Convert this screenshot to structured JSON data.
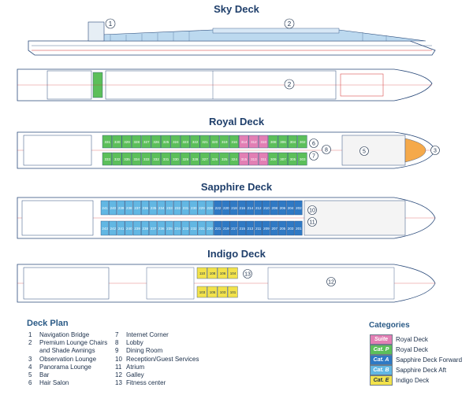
{
  "decks": [
    {
      "id": "sky",
      "title": "Sky Deck",
      "markers": [
        "1",
        "2",
        "2"
      ]
    },
    {
      "id": "royal",
      "title": "Royal Deck",
      "markers": [
        "6",
        "7",
        "8",
        "5",
        "3"
      ],
      "cabins_top": [
        "331",
        "330",
        "329",
        "328",
        "327",
        "326",
        "325",
        "324",
        "323",
        "322",
        "321",
        "320",
        "319",
        "316",
        "314",
        "312",
        "310",
        "308",
        "306",
        "304",
        "302"
      ],
      "cabins_bottom": [
        "333",
        "332",
        "335",
        "334",
        "333",
        "332",
        "331",
        "330",
        "329",
        "328",
        "327",
        "326",
        "325",
        "324",
        "315",
        "313",
        "311",
        "309",
        "307",
        "305",
        "303"
      ]
    },
    {
      "id": "sapphire",
      "title": "Sapphire Deck",
      "markers": [
        "10",
        "11"
      ],
      "cabins_top": [
        "241",
        "240",
        "239",
        "238",
        "237",
        "236",
        "235",
        "234",
        "233",
        "232",
        "231",
        "230",
        "229",
        "228",
        "222",
        "220",
        "218",
        "216",
        "214",
        "212",
        "210",
        "208",
        "206",
        "204",
        "202"
      ],
      "cabins_bottom": [
        "243",
        "242",
        "241",
        "240",
        "239",
        "238",
        "237",
        "236",
        "235",
        "234",
        "233",
        "232",
        "231",
        "230",
        "221",
        "219",
        "217",
        "215",
        "213",
        "211",
        "209",
        "207",
        "205",
        "203",
        "201"
      ]
    },
    {
      "id": "indigo",
      "title": "Indigo Deck",
      "markers": [
        "13",
        "12"
      ],
      "cabins_top": [
        "110",
        "108",
        "106",
        "104"
      ],
      "cabins_bottom": [
        "103",
        "105",
        "103",
        "101"
      ]
    }
  ],
  "legend": {
    "title": "Deck Plan",
    "items": [
      {
        "num": "1",
        "label": "Navigation Bridge"
      },
      {
        "num": "2",
        "label": "Premium Lounge Chairs"
      },
      {
        "num": "",
        "label": "and Shade Awnings"
      },
      {
        "num": "3",
        "label": "Observation Lounge"
      },
      {
        "num": "4",
        "label": "Panorama Lounge"
      },
      {
        "num": "5",
        "label": "Bar"
      },
      {
        "num": "6",
        "label": "Hair Salon"
      },
      {
        "num": "7",
        "label": "Internet Corner"
      },
      {
        "num": "8",
        "label": "Lobby"
      },
      {
        "num": "9",
        "label": "Dining Room"
      },
      {
        "num": "10",
        "label": "Reception/Guest Services"
      },
      {
        "num": "11",
        "label": "Atrium"
      },
      {
        "num": "12",
        "label": "Galley"
      },
      {
        "num": "13",
        "label": "Fitness center"
      }
    ]
  },
  "categories": {
    "title": "Categories",
    "items": [
      {
        "chip": "Suite",
        "label": "Royal Deck",
        "color": "#e27fb4"
      },
      {
        "chip": "Cat. P",
        "label": "Royal Deck",
        "color": "#5cbf5a"
      },
      {
        "chip": "Cat. A",
        "label": "Sapphire Deck Forward",
        "color": "#2f79c4"
      },
      {
        "chip": "Cat. B",
        "label": "Sapphire Deck Aft",
        "color": "#62b7e3"
      },
      {
        "chip": "Cat. E",
        "label": "Indigo Deck",
        "color": "#f2e24b"
      }
    ]
  },
  "colors": {
    "outline": "#2a4a7a",
    "water": "#bcd9ef",
    "accent_red": "#d32a2a"
  }
}
